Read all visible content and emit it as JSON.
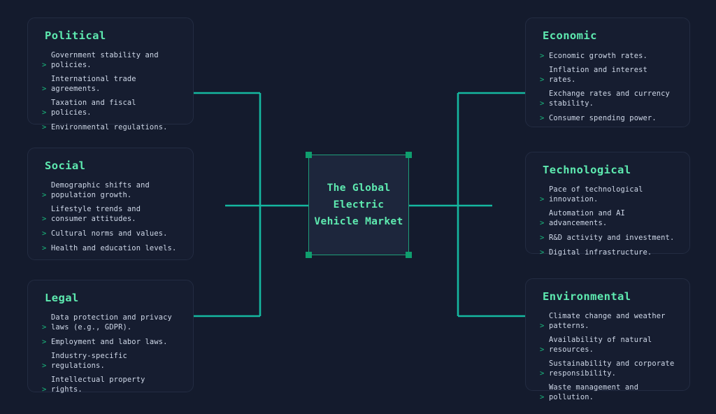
{
  "diagram": {
    "type": "pestle-analysis",
    "center": {
      "label": "The Global\nElectric\nVehicle Market"
    },
    "colors": {
      "background": "#141b2d",
      "card_background": "#161d30",
      "card_border": "#232c42",
      "accent_green": "#5eeab0",
      "connector": "#15b8a0",
      "node_border": "#1f9e79",
      "node_fill": "#1d263c",
      "handle": "#0f9e6e",
      "body_text": "#cfd8e8",
      "chevron": "#19b87c"
    },
    "bullet_marker": ">",
    "cards": {
      "political": {
        "title": "Political",
        "items": [
          "Government stability and policies.",
          "International trade agreements.",
          "Taxation and fiscal policies.",
          "Environmental regulations."
        ]
      },
      "social": {
        "title": "Social",
        "items": [
          "Demographic shifts and population growth.",
          "Lifestyle trends and consumer attitudes.",
          "Cultural norms and values.",
          "Health and education levels."
        ]
      },
      "legal": {
        "title": "Legal",
        "items": [
          "Data protection and privacy laws (e.g., GDPR).",
          "Employment and labor laws.",
          "Industry-specific regulations.",
          "Intellectual property rights."
        ]
      },
      "economic": {
        "title": "Economic",
        "items": [
          "Economic growth rates.",
          "Inflation and interest rates.",
          "Exchange rates and currency stability.",
          "Consumer spending power."
        ]
      },
      "technological": {
        "title": "Technological",
        "items": [
          "Pace of technological innovation.",
          "Automation and AI advancements.",
          "R&D activity and investment.",
          "Digital infrastructure."
        ]
      },
      "environmental": {
        "title": "Environmental",
        "items": [
          "Climate change and weather patterns.",
          "Availability of natural resources.",
          "Sustainability and corporate responsibility.",
          "Waste management and pollution."
        ]
      }
    }
  }
}
